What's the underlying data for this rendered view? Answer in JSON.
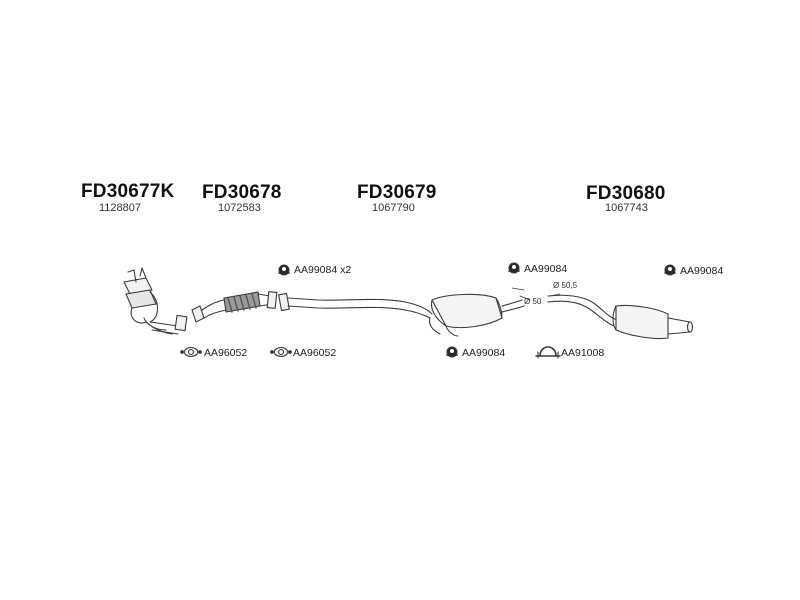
{
  "groups": [
    {
      "code": "FD30677K",
      "oem": "1128807"
    },
    {
      "code": "FD30678",
      "oem": "1072583"
    },
    {
      "code": "FD30679",
      "oem": "1067790"
    },
    {
      "code": "FD30680",
      "oem": "1067743"
    }
  ],
  "parts": {
    "clamp_p1": "AA99084 x2",
    "clamp_p2": "AA99084",
    "clamp_p3": "AA99084",
    "clamp_p4": "AA99084",
    "gasket_1": "AA96052",
    "gasket_2": "AA96052",
    "clamp_u": "AA91008"
  },
  "dimensions": {
    "dia_50": "Ø 50",
    "dia_505": "Ø 50,5"
  },
  "icons": {
    "clamp": "pipe-clamp-icon",
    "gasket": "flange-gasket-icon",
    "u_clamp": "u-bolt-clamp-icon"
  },
  "colors": {
    "line": "#3a3a3a",
    "fill": "#f2f2f2",
    "shade": "#bdbdbd"
  }
}
